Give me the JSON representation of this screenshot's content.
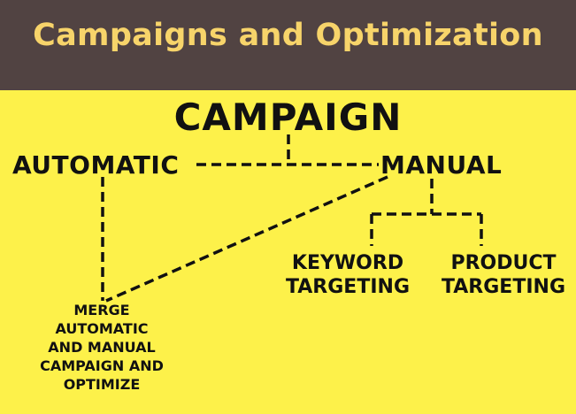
{
  "header": {
    "title": "Campaigns and Optimization"
  },
  "diagram": {
    "root": "CAMPAIGN",
    "branches": {
      "automatic": "AUTOMATIC",
      "manual": "MANUAL"
    },
    "manual_children": {
      "keyword": "KEYWORD\nTARGETING",
      "product": "PRODUCT\nTARGETING"
    },
    "merge": "MERGE\nAUTOMATIC\nAND MANUAL\nCAMPAIGN AND\nOPTIMIZE"
  },
  "colors": {
    "background": "#fdf14a",
    "header_background": "#514342",
    "header_text": "#f7d46a",
    "text": "#111111",
    "connector": "#111111"
  }
}
